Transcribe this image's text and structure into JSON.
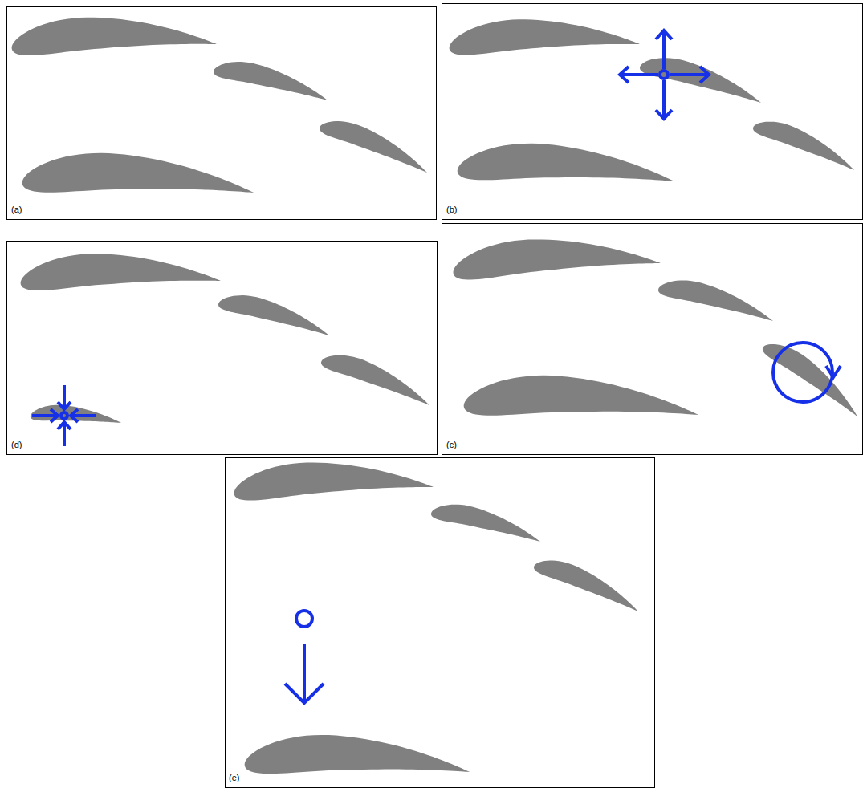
{
  "diagram": {
    "labels": [
      "(a)",
      "(b)",
      "(d)",
      "(c)",
      "(e)"
    ]
  }
}
